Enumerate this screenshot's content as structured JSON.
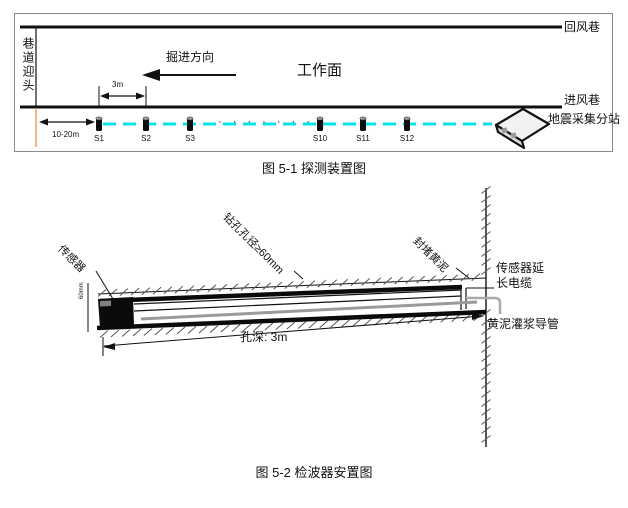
{
  "colors": {
    "cyan_cable": "#00e6e6",
    "orange_mark": "#f2a24e",
    "pipe_gray": "#9a9a9a",
    "box_fill": "#f2f2f2"
  },
  "figure1": {
    "caption": "图 5-1 探测装置图",
    "labels": {
      "return_airway": "回风巷",
      "intake_airway": "进风巷",
      "tunnel_heading": "巷道迎头",
      "drive_direction": "掘进方向",
      "working_face": "工作面",
      "substation": "地震采集分站"
    },
    "dimensions": {
      "sensor_spacing": "3m",
      "heading_offset": "10-20m"
    },
    "sensors": [
      "S1",
      "S2",
      "S3",
      "S10",
      "S11",
      "S12"
    ],
    "dots": "·  ·  ·  ·  ·  ·  ·  ·"
  },
  "figure2": {
    "caption": "图 5-2 检波器安置图",
    "labels": {
      "sensor": "传感器",
      "borehole_diameter": "钻孔孔径≥60mm",
      "sealing_mud": "封堵黄泥",
      "extension_cable_line1": "传感器延",
      "extension_cable_line2": "长电缆",
      "grouting_pipe": "黄泥灌浆导管",
      "hole_depth": "孔深: 3m",
      "mouth_dimension": "60mm"
    }
  }
}
